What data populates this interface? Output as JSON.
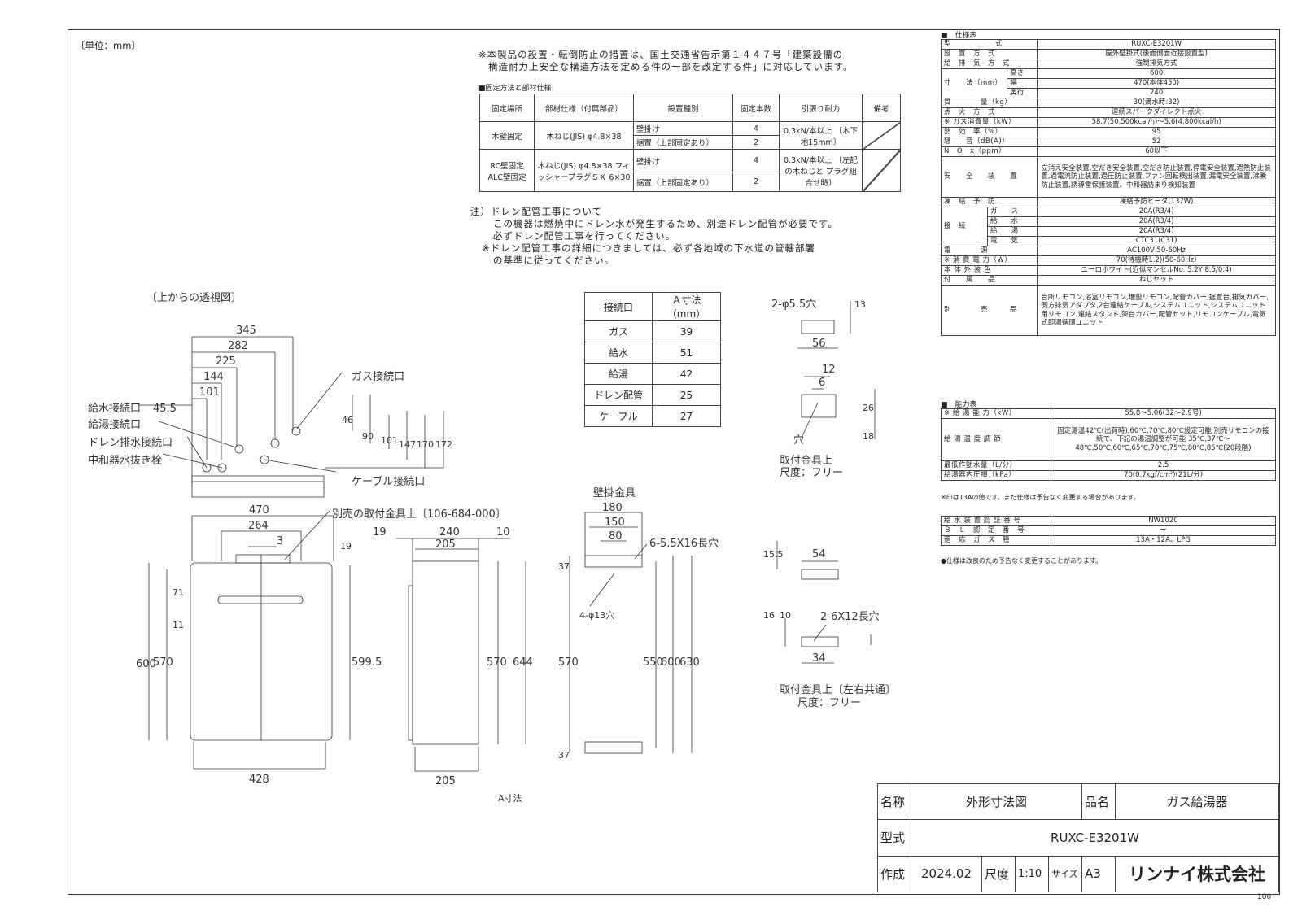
{
  "unit_label": "〔単位：mm〕",
  "page_number": "100",
  "notice": {
    "line1": "※本製品の設置・転倒防止の措置は、国土交通省告示第１４４７号「建築設備の",
    "line2": "構造耐力上安全な構造方法を定める件の一部を改定する件」に対応しています。"
  },
  "fixing": {
    "title": "■固定方法と部材仕様",
    "headers": [
      "固定場所",
      "部材仕様（付属部品）",
      "設置種別",
      "固定本数",
      "引張り耐力",
      "備考"
    ],
    "wood_place": "木壁固定",
    "wood_member": "木ねじ(JIS) φ4.8×38",
    "wood_type1": "壁掛け",
    "wood_count1": "4",
    "wood_type2": "据置（上部固定あり）",
    "wood_count2": "2",
    "wood_strength": "0.3kN/本以上 〔木下地15mm〕",
    "rc_place": "RC壁固定 ALC壁固定",
    "rc_member": "木ねじ(JIS) φ4.8×38 フィッシャープラグＳＸ 6×30",
    "rc_type1": "壁掛け",
    "rc_count1": "4",
    "rc_type2": "据置（上部固定あり）",
    "rc_count2": "2",
    "rc_strength": "0.3kN/本以上 〔左記の木ねじと プラグ組合せ時〕"
  },
  "drain_note": {
    "line1": "注）ドレン配管工事について",
    "line2": "この機器は燃焼中にドレン水が発生するため、別途ドレン配管が必要です。",
    "line3": "必ずドレン配管工事を行ってください。",
    "line4": "※ドレン配管工事の詳細につきましては、必ず各地域の下水道の管轄部署",
    "line5": "の基準に従ってください。"
  },
  "a_table": {
    "headers": [
      "接続口",
      "Ａ寸法（mm）"
    ],
    "rows": [
      {
        "name": "ガス",
        "value": "39"
      },
      {
        "name": "給水",
        "value": "51"
      },
      {
        "name": "給湯",
        "value": "42"
      },
      {
        "name": "ドレン配管",
        "value": "25"
      },
      {
        "name": "ケーブル",
        "value": "27"
      }
    ]
  },
  "drawings": {
    "top_view_title": "〔上からの透視図〕",
    "kyusui": "給水接続口",
    "kyuto": "給湯接続口",
    "drain": "ドレン排水接続口",
    "neutral": "中和器水抜き栓",
    "gas": "ガス接続口",
    "cable": "ケーブル接続口",
    "d345": "345",
    "d282": "282",
    "d225": "225",
    "d144": "144",
    "d101": "101",
    "d455": "45.5",
    "d46": "46",
    "d90": "90",
    "d101v": "101",
    "d147": "147",
    "d170": "170",
    "d172": "172",
    "bracket_note": "別売の取付金具上〔106-684-000〕",
    "f470": "470",
    "f264": "264",
    "f3": "3",
    "f19": "19",
    "f71": "71",
    "f11": "11",
    "f600": "600",
    "f570": "570",
    "f5995": "599.5",
    "f428": "428",
    "s19": "19",
    "s240": "240",
    "s10": "10",
    "s205": "205",
    "s570": "570",
    "s644": "644",
    "s205b": "205",
    "s_a": "A寸法",
    "wall_title": "壁掛金具",
    "w180": "180",
    "w150": "150",
    "w80": "80",
    "w_holes": "6-5.5X16長穴",
    "w37": "37",
    "w37b": "37",
    "w_circ": "4-φ13穴",
    "w570": "570",
    "w550": "550",
    "w600": "600",
    "w630": "630",
    "b1_holes": "2-φ5.5穴",
    "b1_13": "13",
    "b1_56": "56",
    "b1_12": "12",
    "b1_6": "6",
    "b1_26": "26",
    "b1_18": "18",
    "b1_hole": "穴",
    "b1_title": "取付金具上",
    "b1_scale": "尺度：フリー",
    "b2_155": "15.5",
    "b2_54": "54",
    "b2_16": "16",
    "b2_10": "10",
    "b2_holes": "2-6X12長穴",
    "b2_34": "34",
    "b2_title": "取付金具上〔左右共通〕",
    "b2_scale": "尺度：フリー"
  },
  "spec": {
    "section_title": "■　仕様表",
    "model_label": "型　　　　　　式",
    "model": "RUXC-E3201W",
    "install_label": "設　置　方　式",
    "install": "屋外壁掛式(後面側面近接設置型)",
    "exhaust_label": "給　排　気　方　式",
    "exhaust": "強制排気方式",
    "size_label": "寸　　法（mm）",
    "h_label": "高さ",
    "h": "600",
    "w_label": "幅",
    "w": "470(本体450)",
    "d_label": "奥行",
    "d": "240",
    "mass_label": "質　　　　量（kg）",
    "mass": "30(満水時:32)",
    "ignition_label": "点　火　方　式",
    "ignition": "連続スパークダイレクト点火",
    "gas_use_label": "※ ガス消費量（kW）",
    "gas_use": "58.7(50,500kcal/h)～5.6(4,800kcal/h)",
    "eff_label": "熱　効　率（%）",
    "eff": "95",
    "noise_label": "騒　　音（dB(A)）",
    "noise": "52",
    "nox_label": "N　O　x（ppm）",
    "nox": "60以下",
    "safety_label": "安　　全　　装　　置",
    "safety": "立消え安全装置,空だき安全装置,空だき防止装置,停電安全装置,過熱防止装置,過電流防止装置,過圧防止装置,ファン回転検出装置,漏電安全装置,沸騰防止装置,誘導雷保護装置、中和器詰まり検知装置",
    "freeze_label": "凍　結　予　防",
    "freeze": "凍結予防ヒータ(137W)",
    "conn_label": "接　続",
    "conn_gas_label": "ガ　　ス",
    "conn_gas": "20A(R3/4)",
    "conn_water_label": "給　　水",
    "conn_water": "20A(R3/4)",
    "conn_hot_label": "給　　湯",
    "conn_hot": "20A(R3/4)",
    "conn_elec_label": "電　　気",
    "conn_elec": "CTC31(C31)",
    "power_label": "電　　　　源",
    "power": "AC100V 50-60Hz",
    "consume_label": "※ 消 費 電 力（W）",
    "consume": "70(待機時1.2)(50-60Hz)",
    "color_label": "本 体 外 装 色",
    "color": "ユーロホワイト(近似マンセルNo. 5.2Y 8.5/0.4)",
    "acc_label": "付　　属　　品",
    "acc": "ねじセット",
    "option_label": "別　　　　売　　　品",
    "option": "台所リモコン,浴室リモコン,増設リモコン,配管カバー,据置台,排気カバー,側方排気アダプタ,2台連結ケーブル,システムユニット,システムユニット用リモコン,連結スタンド,架台カバー,配管セット,リモコンケーブル,電気式即湯循環ユニット"
  },
  "capacity": {
    "section_title": "■　能力表",
    "supply_label": "※ 給 湯 能 力（kW）",
    "supply": "55.8～5.06(32～2.9号)",
    "temp_label": "給 湯 温 度 調 節",
    "temp": "固定湯温42℃(出荷時),60℃,70℃,80℃設定可能 別売リモコンの接続で、下記の湯温調整が可能 35℃,37℃～48℃,50℃,60℃,65℃,70℃,75℃,80℃,85℃(20段階)",
    "min_flow_label": "最低作動水量（L/分）",
    "min_flow": "2.5",
    "pressure_label": "給湯器内圧損（kPa）",
    "pressure": "70(0.7kgf/cm²)(21L/分)",
    "note": "※印は13Aの値です。また仕様は予告なく変更する場合があります。"
  },
  "cert": {
    "water_label": "給 水 装 置 認 証 番 号",
    "water": "NW1020",
    "bl_label": "Ｂ　Ｌ　認　定　番　号",
    "bl": "ー",
    "gas_label": "適　応　ガ　ス　種",
    "gas": "13A・12A、LPG",
    "note": "●仕様は改良のため予告なく変更することがあります。"
  },
  "title_block": {
    "name_label": "名称",
    "name": "外形寸法図",
    "product_label": "品名",
    "product": "ガス給湯器",
    "model_label": "型式",
    "model": "RUXC-E3201W",
    "made_label": "作成",
    "made": "2024.02",
    "scale_label": "尺度",
    "scale": "1:10",
    "size_label": "サイズ",
    "size": "A3",
    "company": "リンナイ株式会社"
  }
}
